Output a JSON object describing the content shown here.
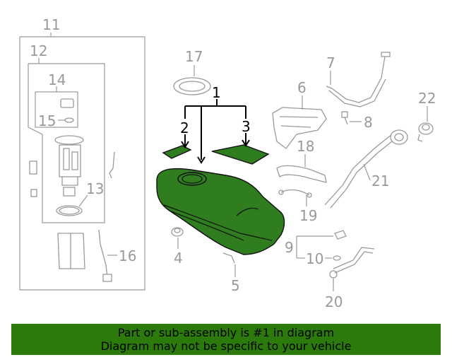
{
  "callouts": {
    "c1": "1",
    "c2": "2",
    "c3": "3",
    "c4": "4",
    "c5": "5",
    "c6": "6",
    "c7": "7",
    "c8": "8",
    "c9": "9",
    "c10": "10",
    "c11": "11",
    "c12": "12",
    "c13": "13",
    "c14": "14",
    "c15": "15",
    "c16": "16",
    "c17": "17",
    "c18": "18",
    "c19": "19",
    "c20": "20",
    "c21": "21",
    "c22": "22"
  },
  "banner": {
    "line1": "Part or sub-assembly is #1 in diagram",
    "line2": "Diagram may not be specific to your vehicle"
  },
  "colors": {
    "highlight": "#2f7d1f",
    "banner_bg": "#2b7a0b",
    "part_stroke": "#9a9a9a"
  }
}
